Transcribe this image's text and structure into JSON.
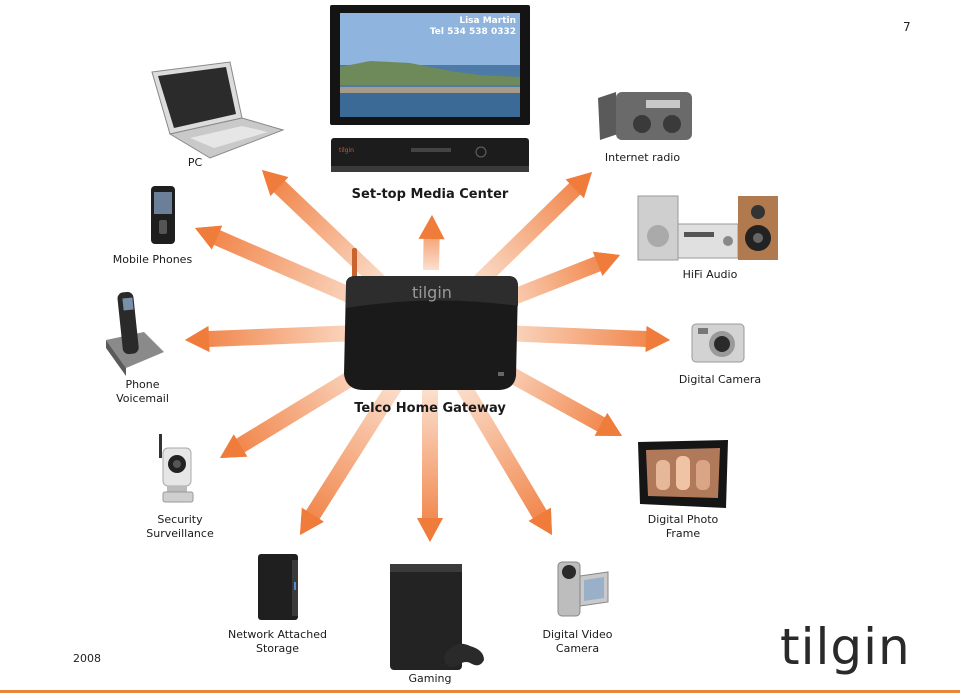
{
  "page_number": "7",
  "year": "2008",
  "brand": "tilgin",
  "colors": {
    "arrow": "#f07c3c",
    "footer_line": "#e8863a"
  },
  "hub": {
    "label": "Telco Home Gateway",
    "brand_text": "tilgin"
  },
  "tv": {
    "caption_name": "Lisa Martin",
    "caption_tel": "Tel 534 538 0332"
  },
  "stb": {
    "brand_text": "tilgin"
  },
  "devices": {
    "settop": "Set-top Media Center",
    "pc": "PC",
    "mobile": "Mobile Phones",
    "phone": "Phone\nVoicemail",
    "security": "Security\nSurveillance",
    "nas": "Network Attached\nStorage",
    "gaming": "Gaming",
    "dvcamera": "Digital Video\nCamera",
    "photoframe": "Digital Photo\nFrame",
    "camera": "Digital Camera",
    "hifi": "HiFi Audio",
    "radio": "Internet radio"
  }
}
